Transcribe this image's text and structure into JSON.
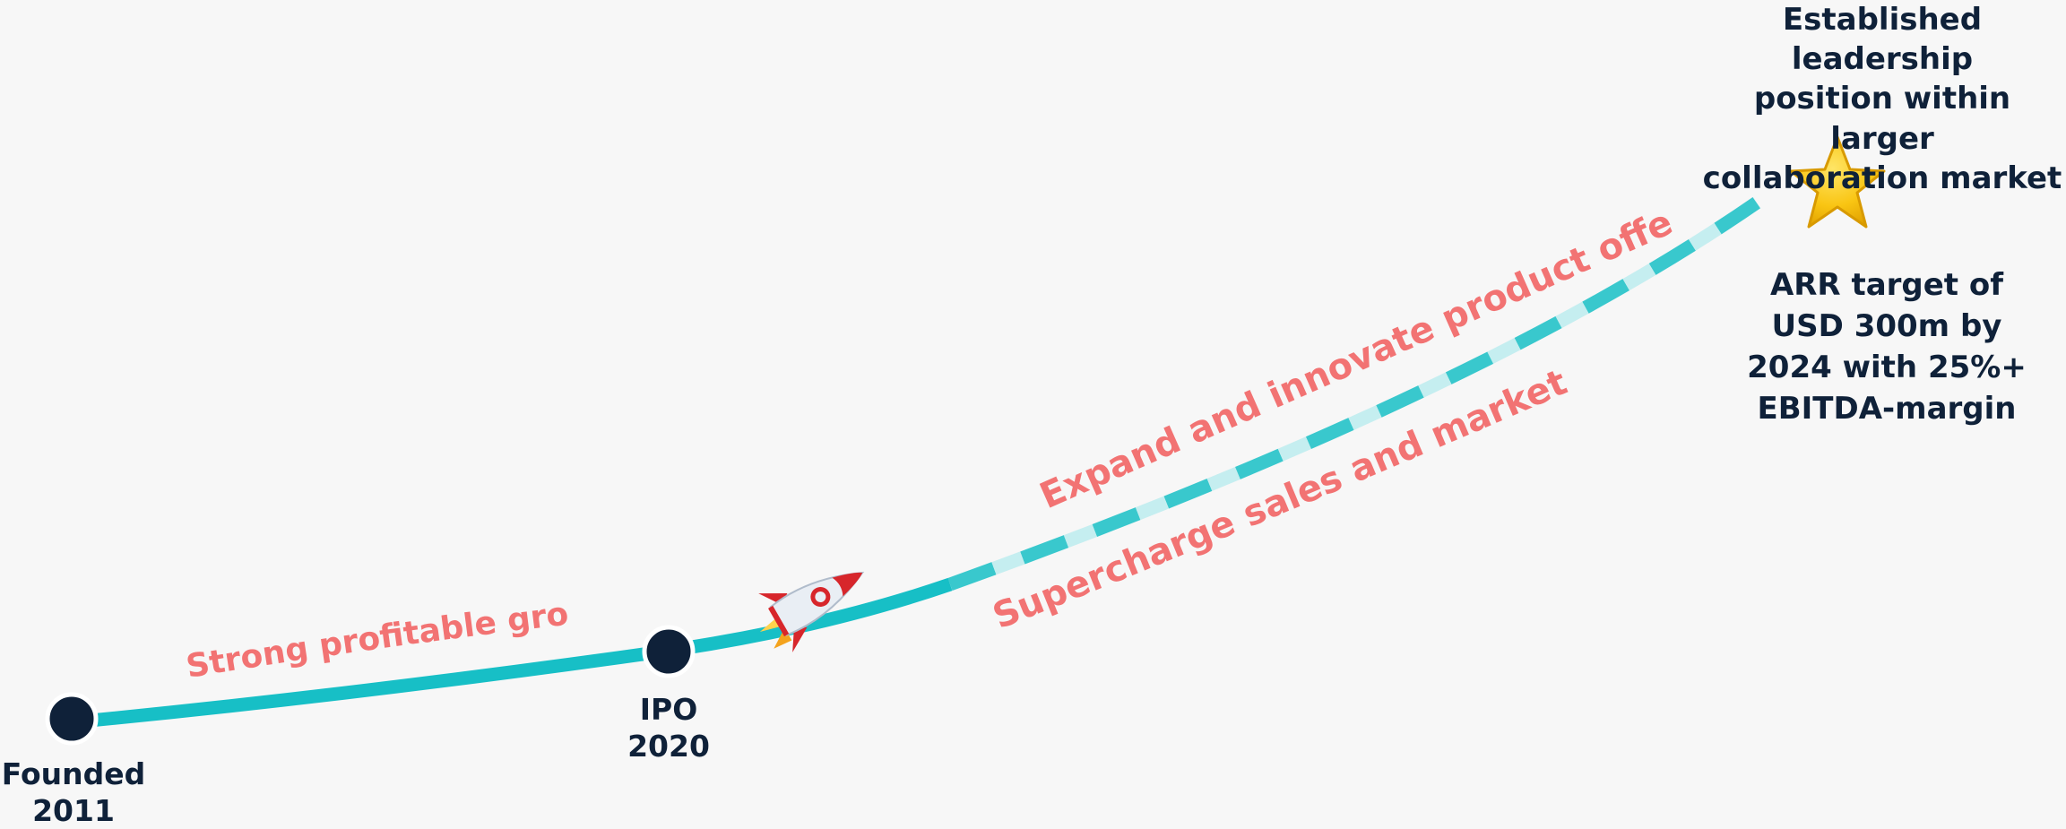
{
  "milestones": {
    "founded": {
      "title": "Founded",
      "year": "2011"
    },
    "ipo": {
      "title": "IPO",
      "year": "2020"
    },
    "goal": {
      "line1": "Established leadership",
      "line2": "position within larger",
      "line3": "collaboration market"
    },
    "target": {
      "line1": "ARR target of",
      "line2": "USD 300m by",
      "line3": "2024 with 25%+",
      "line4": "EBITDA-margin"
    }
  },
  "growth_labels": {
    "strong_growth": "Strong profitable growth",
    "expand": "Expand and innovate product offering",
    "supercharge": "Supercharge sales and marketing"
  },
  "icons": [
    "rocket-icon",
    "star-icon"
  ],
  "colors": {
    "path": "#17bfc6",
    "path_faded": "#bfecee",
    "node": "#0f2139",
    "label_accent": "#f27373",
    "text_dark": "#0f2139"
  }
}
